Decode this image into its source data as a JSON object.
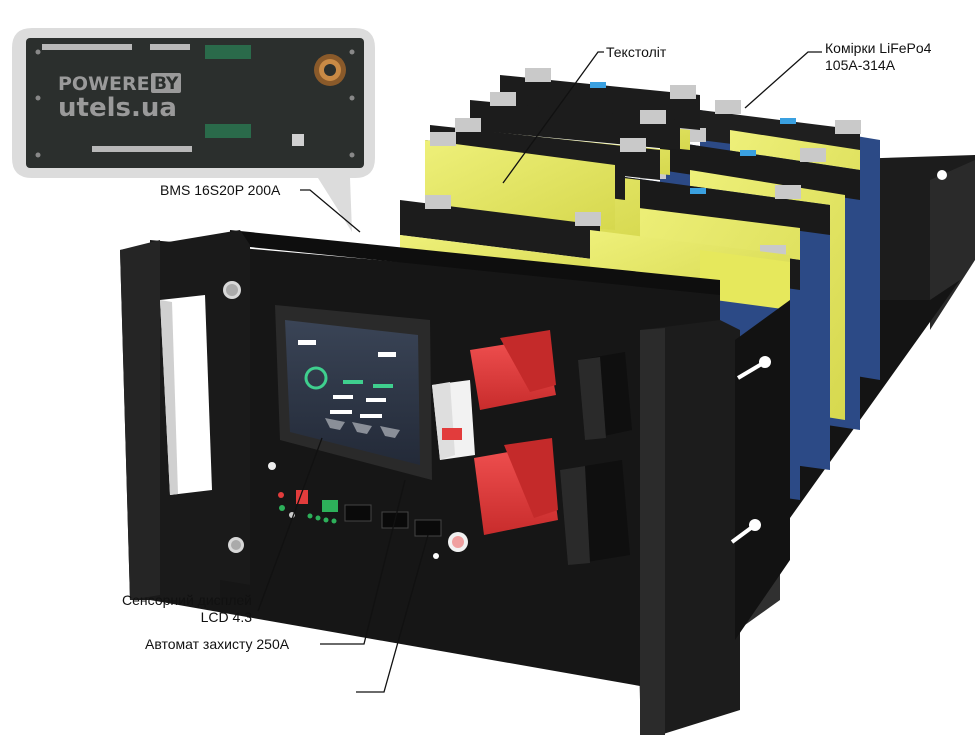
{
  "brand": {
    "powered_prefix": "POWERED",
    "powered_by": "BY",
    "site": "utels.ua"
  },
  "labels": {
    "textolite": "Текстоліт",
    "cells_line1": "Комірки LiFePo4",
    "cells_line2": "105A-314A",
    "bms": "BMS 16S20P 200A",
    "display_line1": "Сенсорний дисплей",
    "display_line2": "LCD 4.3",
    "breaker": "Автомат захисту 250A"
  },
  "colors": {
    "cell_yellow": "#e8ea6a",
    "cell_blue": "#2c4a86",
    "panel_black": "#161616",
    "terminal_red": "#e23c3c",
    "pcb_dark": "#2b2f2d",
    "callout_bg": "#dcdcdc",
    "screen_teal": "#3fcf8e"
  }
}
